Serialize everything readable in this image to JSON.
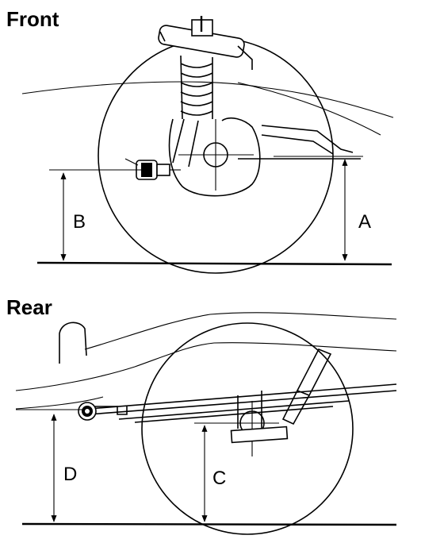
{
  "sections": {
    "front": {
      "title": "Front",
      "labels": {
        "a": "A",
        "b": "B"
      }
    },
    "rear": {
      "title": "Rear",
      "labels": {
        "c": "C",
        "d": "D"
      }
    }
  }
}
